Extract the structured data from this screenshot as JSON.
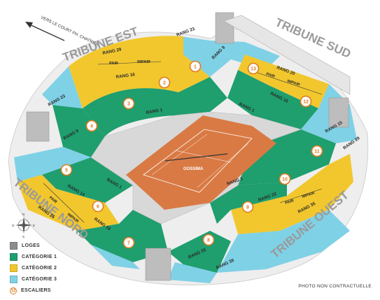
{
  "stands": {
    "est": "TRIBUNE EST",
    "sud": "TRIBUNE SUD",
    "ouest": "TRIBUNE OUEST",
    "nord": "TRIBUNE NORD"
  },
  "direction_note": "VERS LE COURT PH. CHATRIER",
  "rows": [
    "RANG 1",
    "RANG 9",
    "RANG 16",
    "RANG 20",
    "RANG 22",
    "RANG 23",
    "RANG 29",
    "RANG 33",
    "RANG 35",
    "RANG 39"
  ],
  "rank_labels": {
    "r29a": "RANG 29",
    "r16a": "RANG 16",
    "r23a": "RANG 23",
    "r9a": "RANG 9",
    "r20": "RANG 20",
    "r16b": "RANG 16",
    "r1a": "RANG 1",
    "r1b": "RANG 1",
    "r23b": "RANG 23",
    "r9b": "RANG 9",
    "r15": "RANG 15",
    "r29b": "RANG 29",
    "r1c": "RANG 1",
    "r14": "RANG 14",
    "r26": "RANG 26",
    "r16c": "RANG 16",
    "r1d": "RANG 1",
    "r22": "RANG 22",
    "r33": "RANG 33",
    "r35": "RANG 35",
    "r39": "RANG 39"
  },
  "parity_labels": {
    "pair1": "PAIR",
    "impair1": "IMPAIR",
    "pair2": "PAIR",
    "impair2": "IMPAIR",
    "pair3": "PAIR",
    "impair3": "IMPAIR",
    "pair4": "PAIR",
    "impair4": "IMPAIR"
  },
  "staircases": [
    "1",
    "2",
    "3",
    "4",
    "5",
    "6",
    "7",
    "8",
    "9",
    "10",
    "11",
    "12",
    "13"
  ],
  "court_text": "GOSSIMA",
  "compass": {
    "n": "N",
    "e": "E",
    "s": "S",
    "o": "O"
  },
  "legend": [
    {
      "label": "LOGES",
      "color": "#8c8c8c"
    },
    {
      "label": "CATÉGORIE 1",
      "color": "#1f9e6e"
    },
    {
      "label": "CATÉGORIE 2",
      "color": "#f2c72e"
    },
    {
      "label": "CATÉGORIE 3",
      "color": "#7fd1e6"
    }
  ],
  "legend_stairs": {
    "label": "ESCALIERS",
    "number": "12"
  },
  "disclaimer": "PHOTO NON CONTRACTUELLE",
  "colors": {
    "cat1": "#1f9e6e",
    "cat2": "#f2c72e",
    "cat3": "#7fd1e6",
    "loges": "#8c8c8c",
    "clay": "#d97a45",
    "stairs": "#e07b1c",
    "structure": "#c8c8c8"
  }
}
